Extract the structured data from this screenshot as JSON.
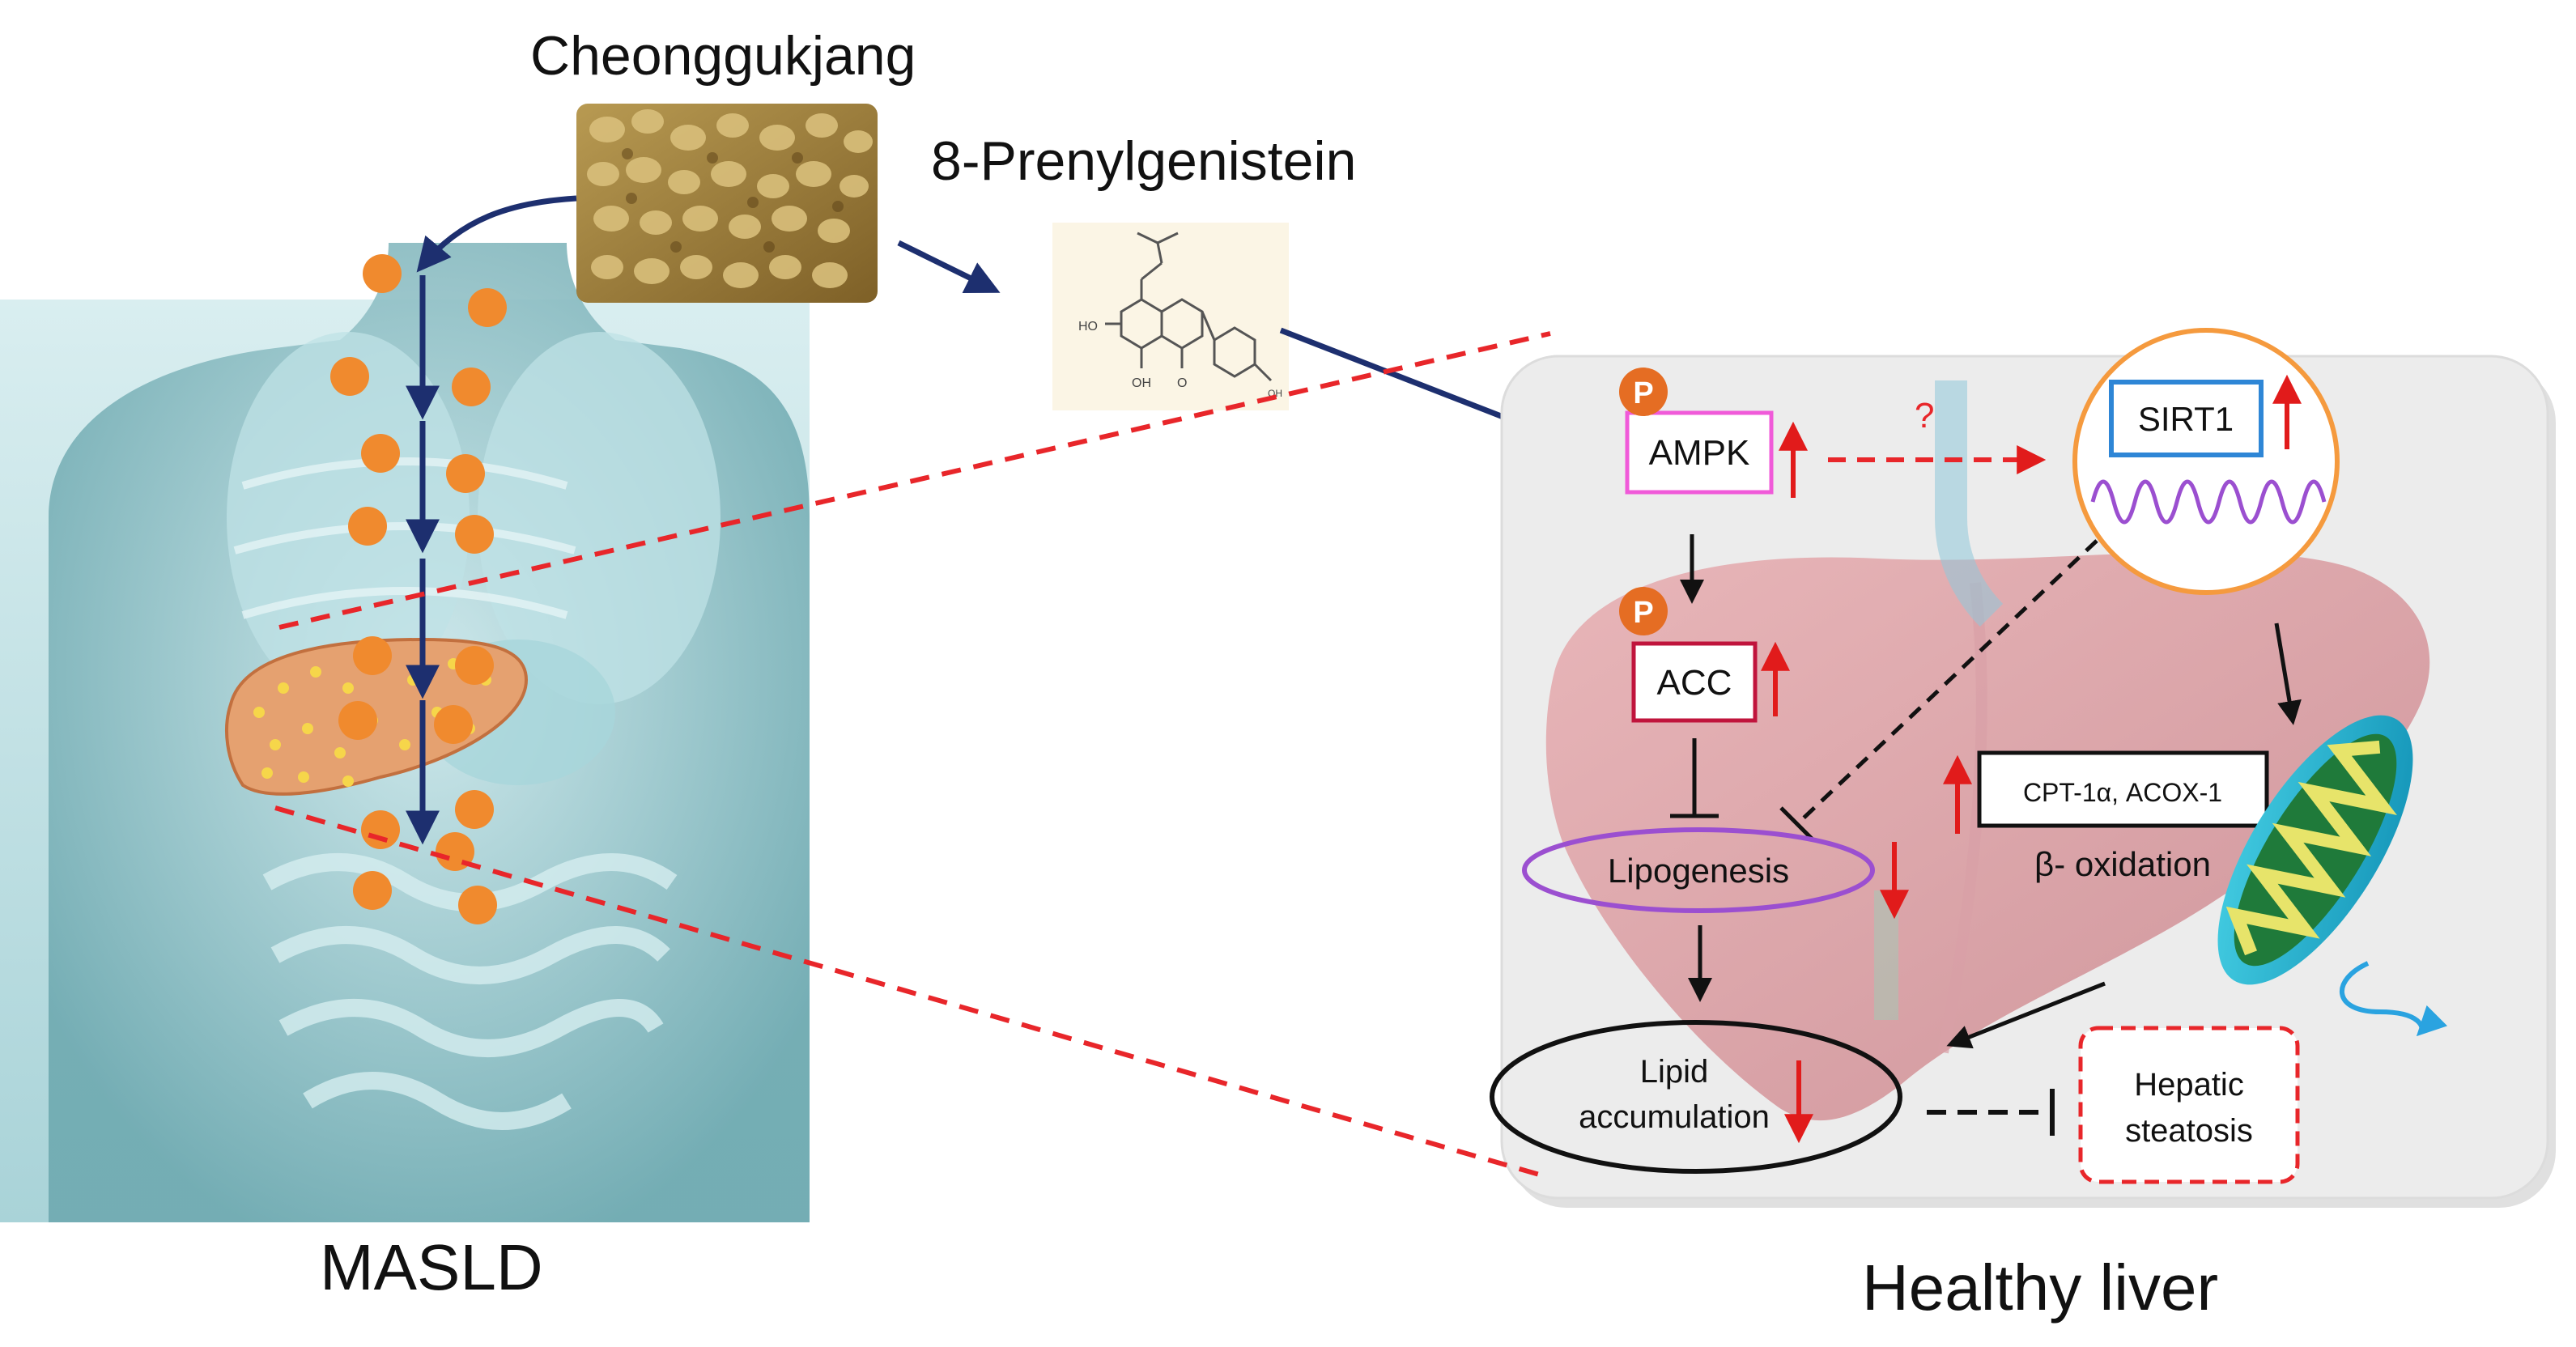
{
  "labels": {
    "food": "Cheonggukjang",
    "compound": "8-Prenylgenistein",
    "disease": "MASLD",
    "outcome": "Healthy liver"
  },
  "pathway": {
    "ampk": "AMPK",
    "sirt1": "SIRT1",
    "acc": "ACC",
    "lipogenesis": "Lipogenesis",
    "cpt": "CPT-1α, ACOX-1",
    "beta_oxidation": "β- oxidation",
    "lipid_line1": "Lipid",
    "lipid_line2": "accumulation",
    "steatosis_line1": "Hepatic",
    "steatosis_line2": "steatosis",
    "question": "?",
    "phospho": "P"
  },
  "molecule": {
    "ho": "HO",
    "oh_bottom": "OH",
    "oh_right": "OH",
    "o": "O"
  },
  "colors": {
    "navy_arrow": "#1d2f6f",
    "red_dashed": "#e8262a",
    "orange_dot": "#f08a2e",
    "ampk_box": "#f05ad9",
    "sirt1_box": "#2e86d6",
    "sirt1_circle": "#f59a3e",
    "acc_box": "#c0143c",
    "lipogenesis_ellipse": "#9b4fd0",
    "up_down_arrow": "#e11b1b"
  }
}
